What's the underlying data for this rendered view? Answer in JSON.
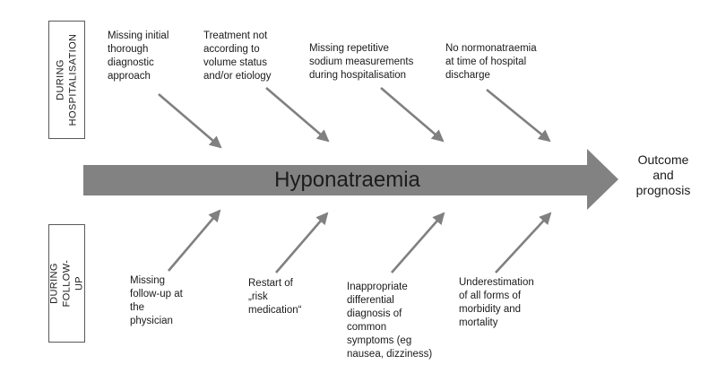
{
  "diagram": {
    "central_label": "Hyponatraemia",
    "outcome_label": "Outcome\nand\nprognosis",
    "colors": {
      "flow_arrow_gray": "#828282",
      "factor_arrow_gray": "#808080",
      "text": "#1a1a1a",
      "box_border": "#595959"
    },
    "phases": [
      {
        "id": "during-hospitalisation",
        "label": "DURING\nHOSPITALISATION",
        "factors": [
          "Missing initial\nthorough\ndiagnostic\napproach",
          "Treatment not\naccording to\nvolume status\nand/or etiology",
          "Missing repetitive\nsodium measurements\nduring hospitalisation",
          "No normonatraemia\nat time of hospital\ndischarge"
        ]
      },
      {
        "id": "during-follow-up",
        "label": "DURING\nFOLLOW-UP",
        "factors": [
          "Missing\nfollow-up at\nthe\nphysician",
          "Restart of\n„risk\nmedication“",
          "Inappropriate\ndifferential\ndiagnosis of\ncommon\nsymptoms (eg\nnausea, dizziness)",
          "Underestimation\nof all forms of\nmorbidity and\nmortality"
        ]
      }
    ]
  }
}
